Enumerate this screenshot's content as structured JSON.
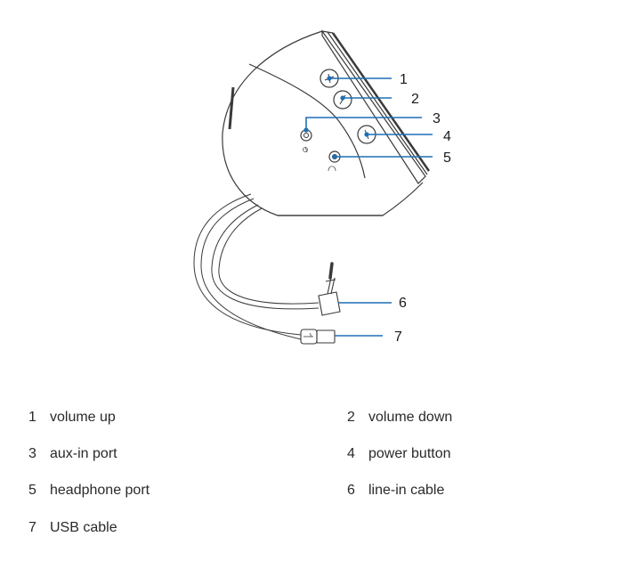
{
  "colors": {
    "outline": "#3a3a3a",
    "callout": "#1f6fb5",
    "text": "#222222"
  },
  "callouts": [
    {
      "number": "1",
      "label": "volume up",
      "part": "volume-up-button"
    },
    {
      "number": "2",
      "label": "volume down",
      "part": "volume-down-button"
    },
    {
      "number": "3",
      "label": "aux-in port",
      "part": "aux-in-port"
    },
    {
      "number": "4",
      "label": "power button",
      "part": "power-button"
    },
    {
      "number": "5",
      "label": "headphone port",
      "part": "headphone-port"
    },
    {
      "number": "6",
      "label": "line-in cable",
      "part": "line-in-cable"
    },
    {
      "number": "7",
      "label": "USB cable",
      "part": "usb-cable"
    }
  ],
  "icons": [
    "plus-icon",
    "minus-icon",
    "power-icon",
    "aux-in-icon",
    "headphone-icon",
    "usb-icon"
  ]
}
